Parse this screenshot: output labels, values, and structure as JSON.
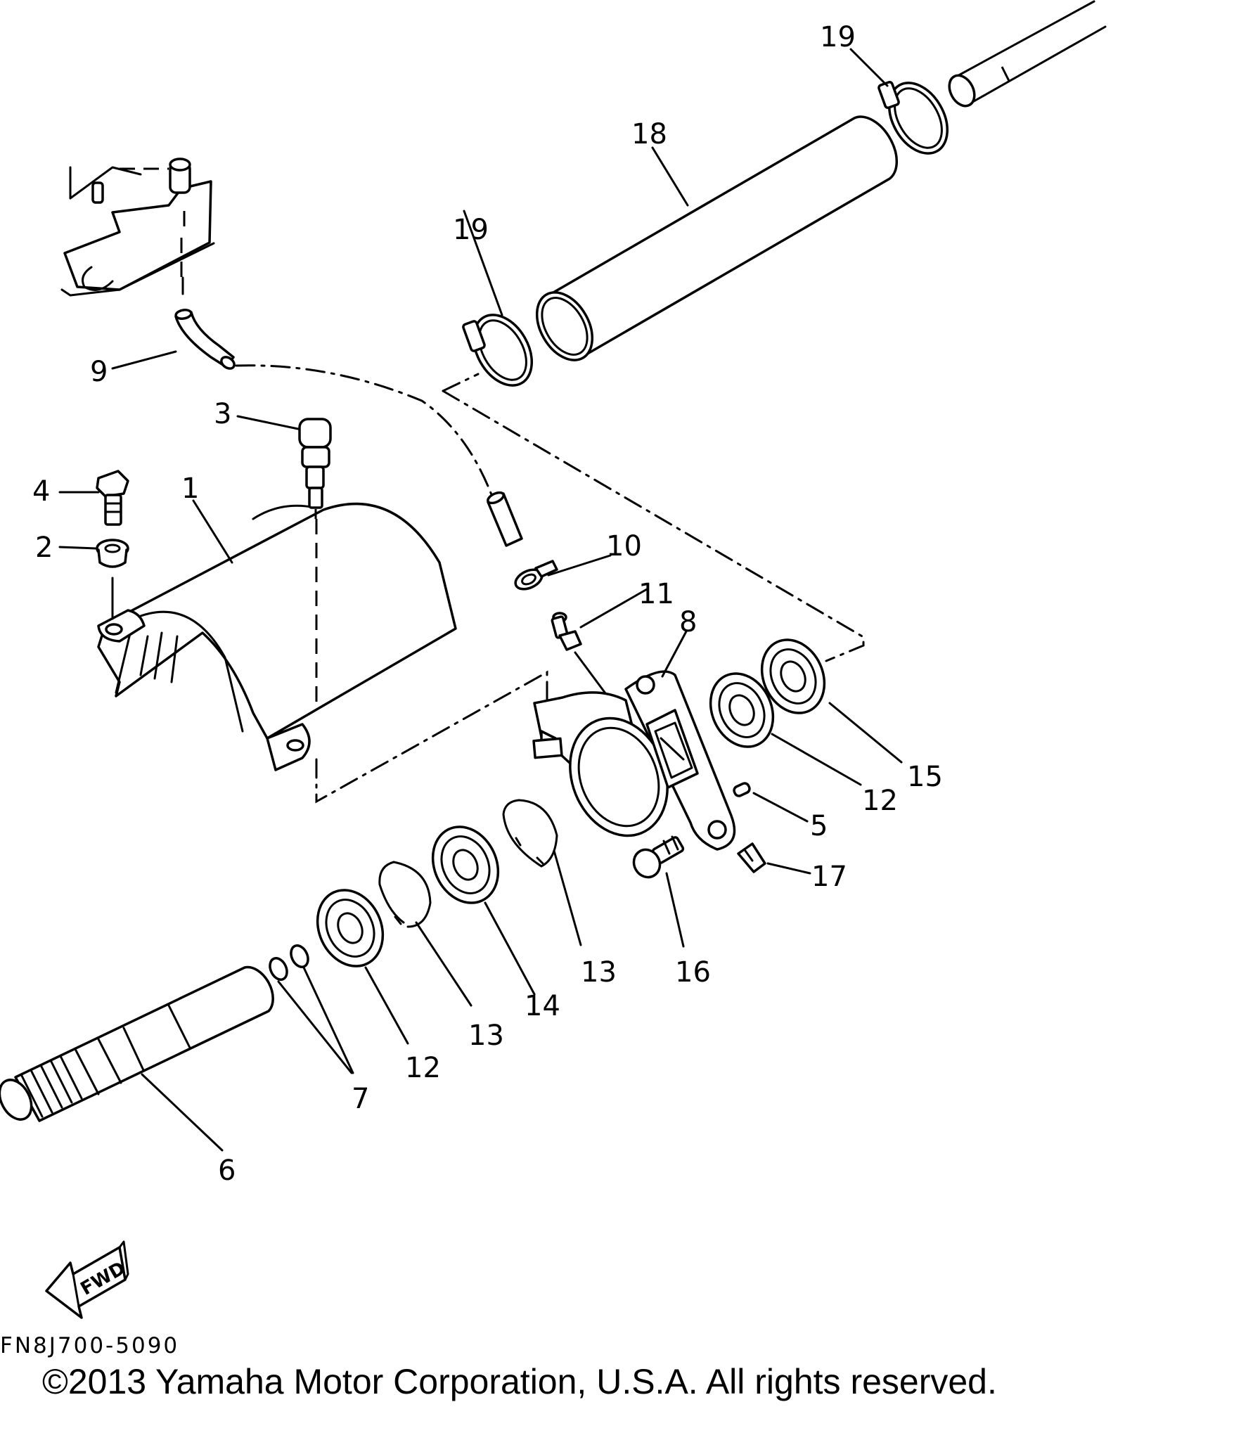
{
  "diagram": {
    "callouts": {
      "c1": "1",
      "c2": "2",
      "c3": "3",
      "c4": "4",
      "c5": "5",
      "c6": "6",
      "c7": "7",
      "c8": "8",
      "c9": "9",
      "c10": "10",
      "c11": "11",
      "c12a": "12",
      "c12b": "12",
      "c13a": "13",
      "c13b": "13",
      "c14": "14",
      "c15": "15",
      "c16": "16",
      "c17": "17",
      "c18": "18",
      "c19a": "19",
      "c19b": "19"
    },
    "fwd_label": "FWD"
  },
  "footer": {
    "part_code": "FN8J700-5090",
    "copyright": "©2013 Yamaha Motor Corporation, U.S.A. All rights reserved."
  }
}
